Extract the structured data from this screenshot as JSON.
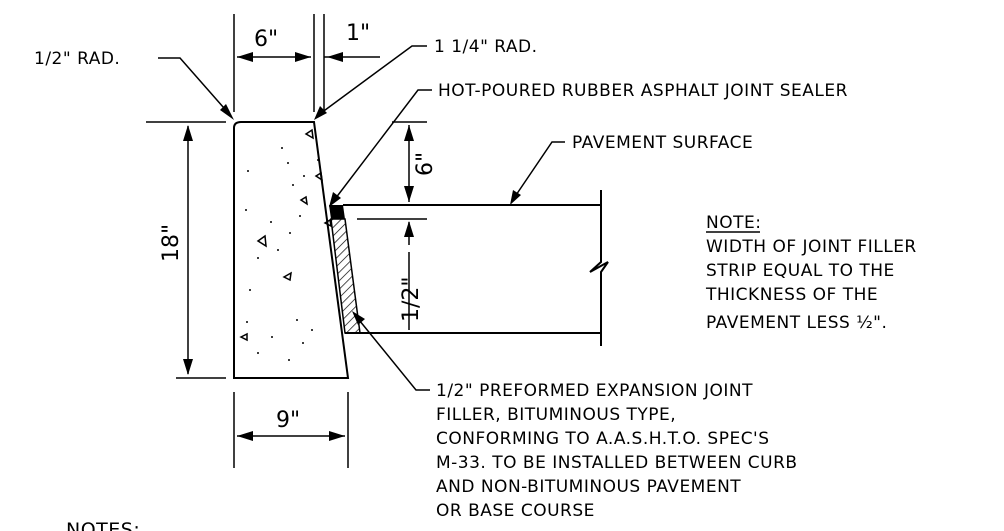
{
  "dimensions": {
    "top_width": "6\"",
    "top_offset": "1\"",
    "height": "18\"",
    "bottom_width": "9\"",
    "sealer_depth": "6\"",
    "filler_gap": "1/2\""
  },
  "callouts": {
    "left_radius": "1/2\" RAD.",
    "right_radius": "1 1/4\" RAD.",
    "sealer": "HOT-POURED RUBBER ASPHALT JOINT SEALER",
    "pavement_surface": "PAVEMENT SURFACE"
  },
  "filler_note": [
    "1/2\" PREFORMED EXPANSION JOINT",
    "FILLER, BITUMINOUS TYPE,",
    "CONFORMING TO A.A.S.H.T.O. SPEC'S",
    "M-33. TO BE INSTALLED BETWEEN CURB",
    "AND NON-BITUMINOUS PAVEMENT",
    "OR BASE COURSE"
  ],
  "side_note": {
    "heading": "NOTE:",
    "lines": [
      "WIDTH OF JOINT FILLER",
      "STRIP EQUAL TO THE",
      "THICKNESS OF THE",
      "PAVEMENT LESS ½\"."
    ]
  },
  "footer_heading": "NOTES:"
}
